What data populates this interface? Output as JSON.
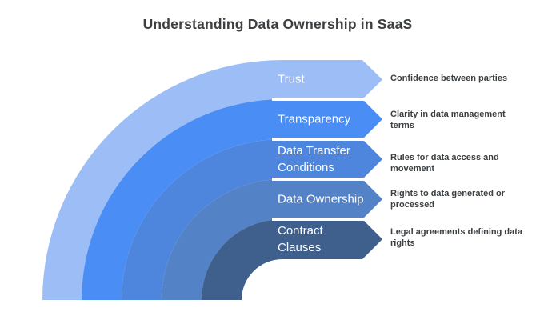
{
  "title": "Understanding Data Ownership in SaaS",
  "colors": {
    "background": "#ffffff",
    "title_text": "#3c4043",
    "label_text": "#ffffff",
    "description_text": "#3c4043"
  },
  "items": [
    {
      "label": "Trust",
      "description": "Confidence between parties",
      "color": "#9dbdf7"
    },
    {
      "label": "Transparency",
      "description": "Clarity in data management\nterms",
      "color": "#4a8ef5"
    },
    {
      "label": "Data Transfer\nConditions",
      "description": "Rules for data access and\nmovement",
      "color": "#4e86de"
    },
    {
      "label": "Data Ownership",
      "description": "Rights to data generated or\nprocessed",
      "color": "#5482c7"
    },
    {
      "label": "Contract\nClauses",
      "description": "Legal agreements defining data\nrights",
      "color": "#3f5f8d"
    }
  ]
}
